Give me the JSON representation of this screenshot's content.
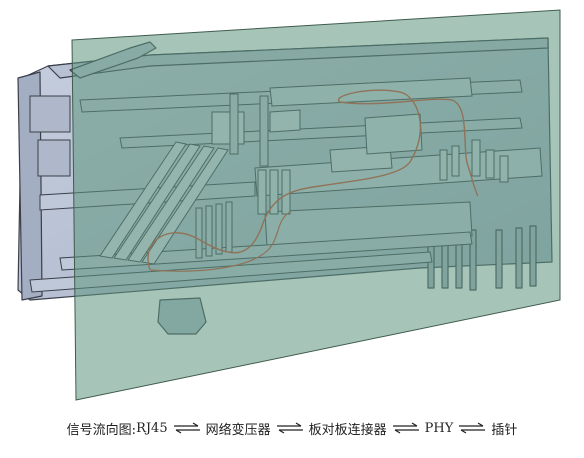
{
  "caption": {
    "prefix": "信号流向图: ",
    "stages": [
      "RJ45",
      "网络变压器",
      "板对板连接器",
      "PHY",
      "插针"
    ]
  }
}
